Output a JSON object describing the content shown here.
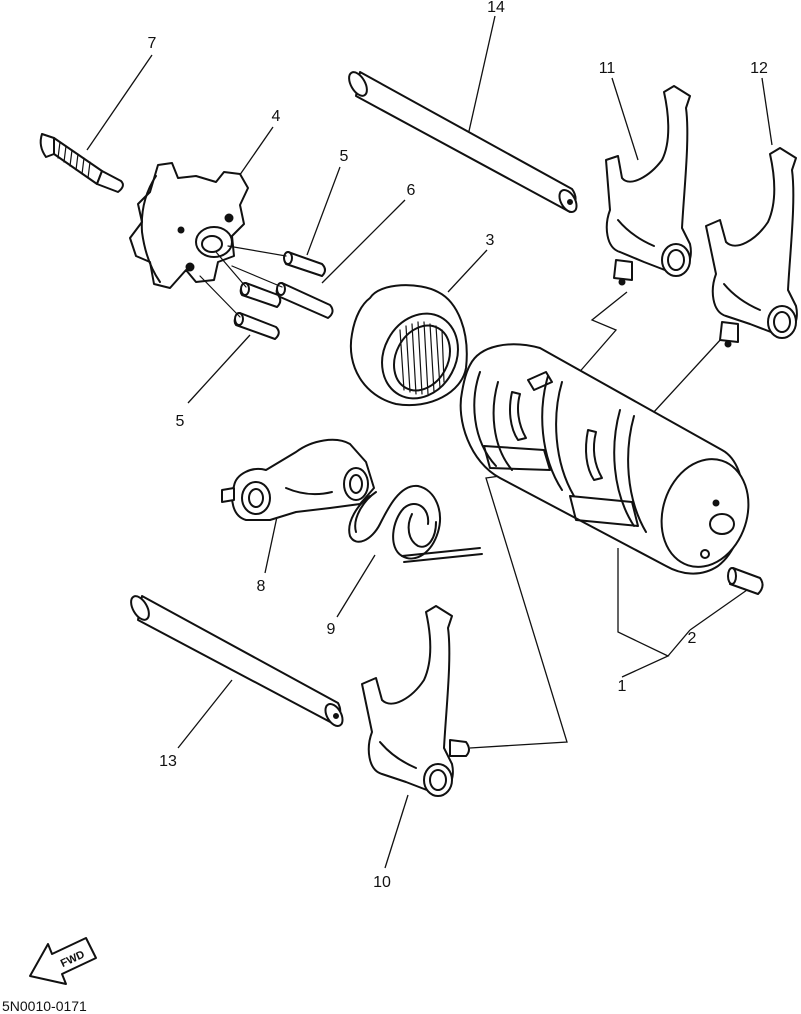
{
  "diagram": {
    "callouts": [
      {
        "id": "c1",
        "label": "1"
      },
      {
        "id": "c2",
        "label": "2"
      },
      {
        "id": "c3",
        "label": "3"
      },
      {
        "id": "c4",
        "label": "4"
      },
      {
        "id": "c5a",
        "label": "5"
      },
      {
        "id": "c5b",
        "label": "5"
      },
      {
        "id": "c6",
        "label": "6"
      },
      {
        "id": "c7",
        "label": "7"
      },
      {
        "id": "c8",
        "label": "8"
      },
      {
        "id": "c9",
        "label": "9"
      },
      {
        "id": "c10",
        "label": "10"
      },
      {
        "id": "c11",
        "label": "11"
      },
      {
        "id": "c12",
        "label": "12"
      },
      {
        "id": "c13",
        "label": "13"
      },
      {
        "id": "c14",
        "label": "14"
      }
    ],
    "direction_label": "FWD",
    "figure_code": "5N0010-0171"
  }
}
